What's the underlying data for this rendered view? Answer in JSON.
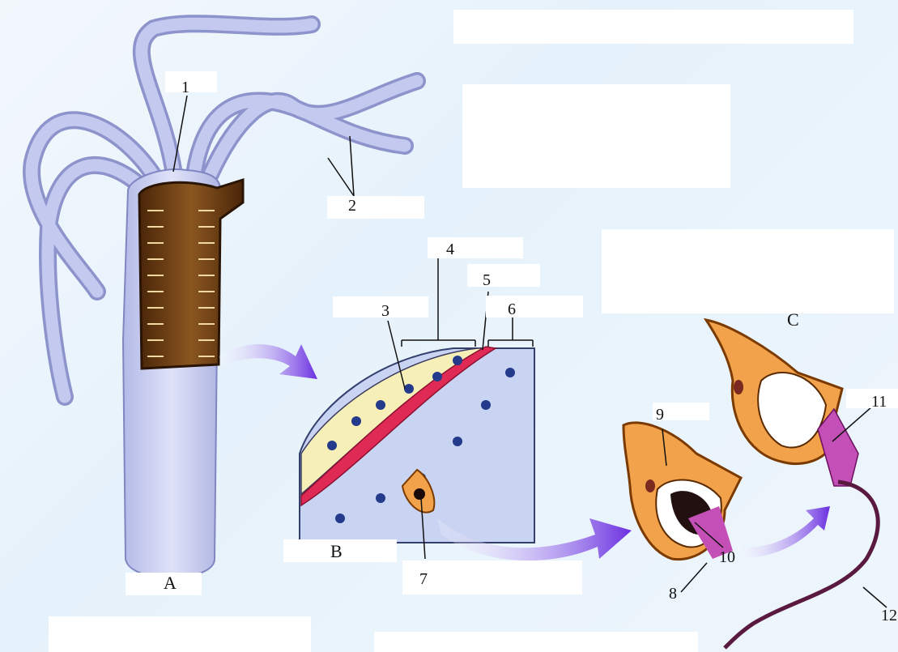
{
  "panels": {
    "a": "A",
    "b": "B",
    "c": "C"
  },
  "labels": [
    "1",
    "2",
    "3",
    "4",
    "5",
    "6",
    "7",
    "8",
    "9",
    "10",
    "11",
    "12"
  ],
  "colors": {
    "tentacle": "#b8bfe6",
    "body": "#c9cdf0",
    "gastric": "#6b3a12",
    "cnidocyte": "#f2a24a",
    "thread": "#c44fb6",
    "arrow": "#7b3fe0",
    "mesoglea": "#e02a56"
  }
}
